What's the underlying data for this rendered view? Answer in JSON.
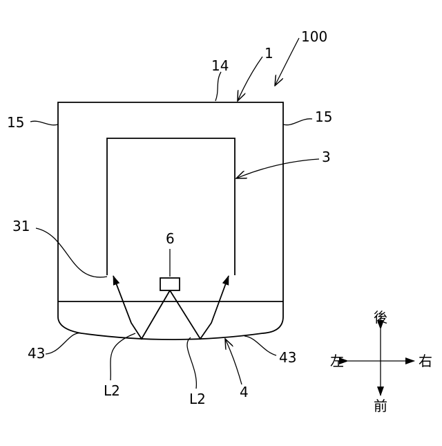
{
  "labels": {
    "device": "100",
    "body": "1",
    "top_edge": "14",
    "side_left": "15",
    "side_right": "15",
    "light_guide": "3",
    "guide_end": "31",
    "light_source": "6",
    "cover_left": "43",
    "cover_right": "43",
    "cover": "4",
    "light_left": "L2",
    "light_right": "L2"
  },
  "directions": {
    "back": "後",
    "front": "前",
    "left": "左",
    "right": "右"
  }
}
